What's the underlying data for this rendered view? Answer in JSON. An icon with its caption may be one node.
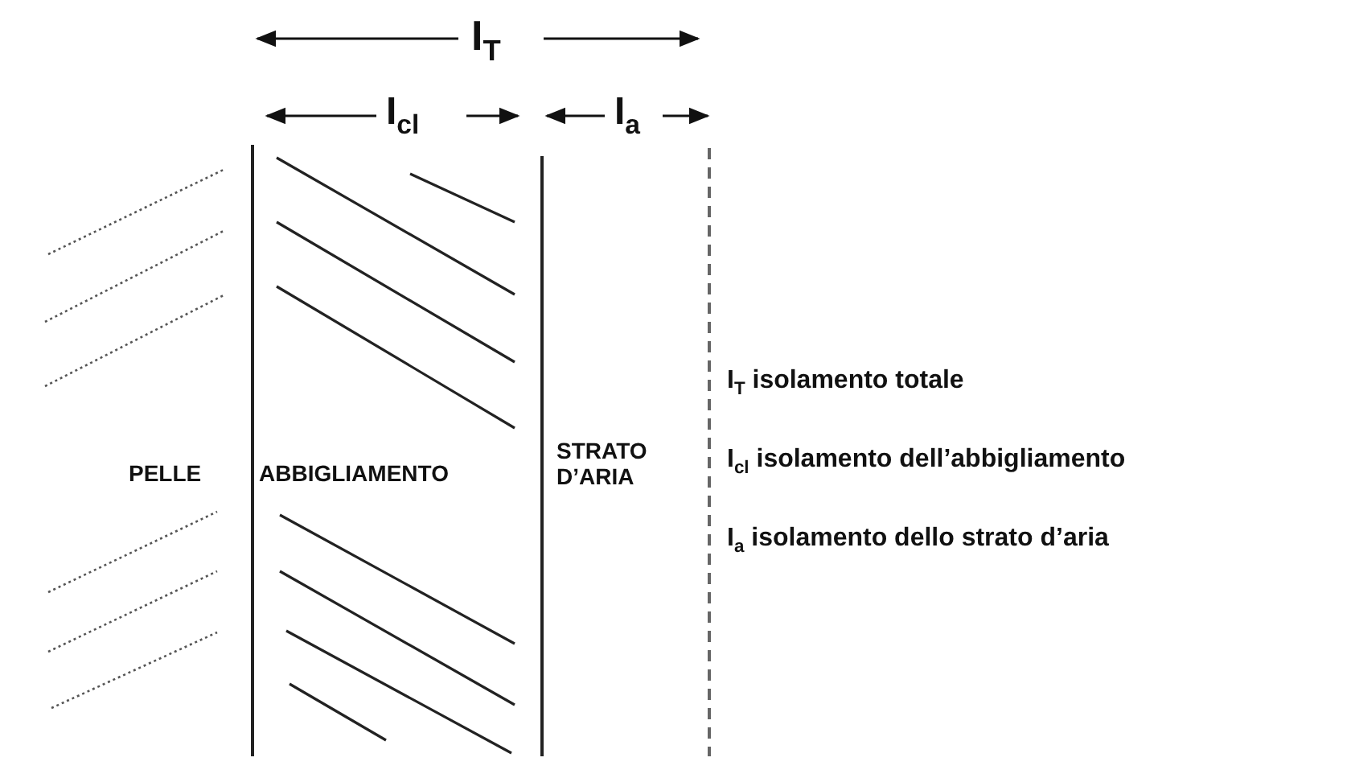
{
  "diagram": {
    "labels": [
      "I$_{T}$",
      "I$_{cl}$",
      "I$_{a}$",
      "PELLE",
      "ABBIGLIAMENTO",
      "STRATO D’ARIA",
      "I$_{T}$ isolamento totale",
      "I$_{cl}$ isolamento dell’abbigliamento",
      "I$_{a}$ isolamento dello strato d’aria"
    ]
  }
}
